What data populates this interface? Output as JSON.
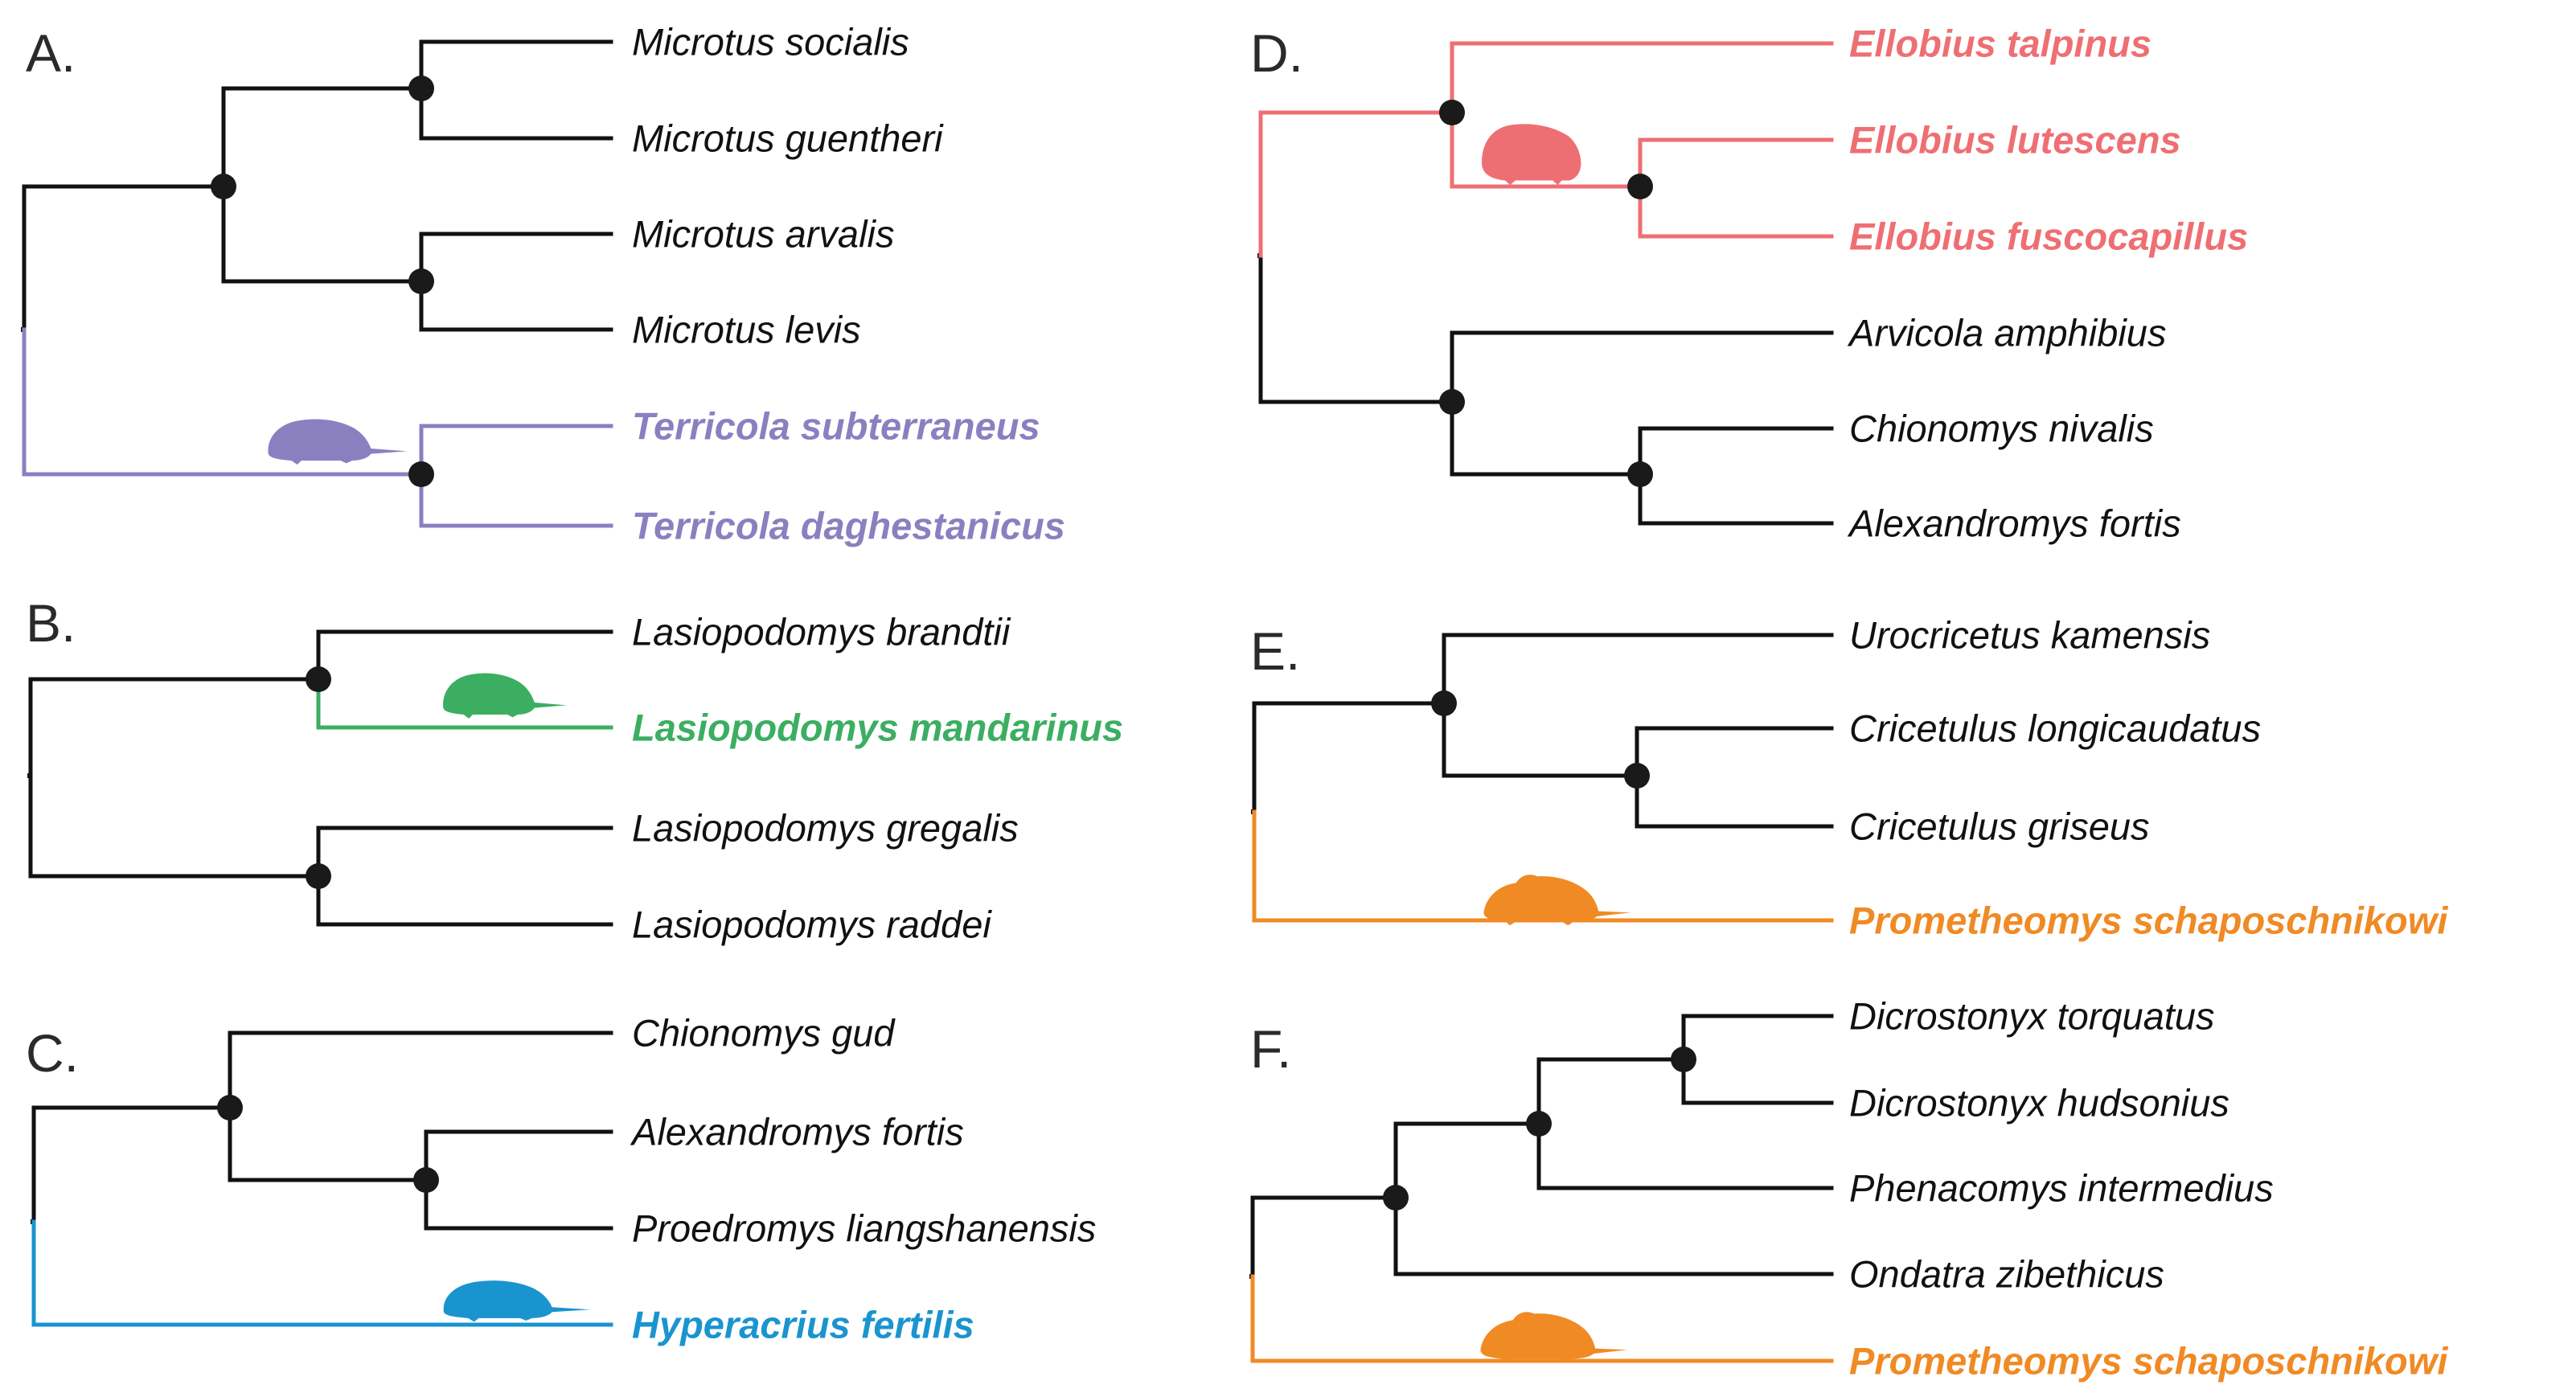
{
  "colors": {
    "branch": "#111111",
    "node": "#1a1a1a",
    "A": "#8a80c0",
    "B": "#3cae62",
    "C": "#1a94cf",
    "D": "#ee6f73",
    "E": "#f08a24",
    "F": "#f08a24"
  },
  "panels": [
    {
      "id": "A",
      "label": "A.",
      "highlight_color": "#8a80c0",
      "silhouette_icon": "vole-icon",
      "tips": [
        {
          "name": "Microtus socialis",
          "highlight": false
        },
        {
          "name": "Microtus guentheri",
          "highlight": false
        },
        {
          "name": "Microtus arvalis",
          "highlight": false
        },
        {
          "name": "Microtus levis",
          "highlight": false
        },
        {
          "name": "Terricola subterraneus",
          "highlight": true
        },
        {
          "name": "Terricola daghestanicus",
          "highlight": true
        }
      ],
      "tree": "((Microtus socialis, Microtus guentheri), (Microtus arvalis, Microtus levis)), (Terricola subterraneus, Terricola daghestanicus)"
    },
    {
      "id": "B",
      "label": "B.",
      "highlight_color": "#3cae62",
      "silhouette_icon": "vole-icon",
      "tips": [
        {
          "name": "Lasiopodomys brandtii",
          "highlight": false
        },
        {
          "name": "Lasiopodomys mandarinus",
          "highlight": true
        },
        {
          "name": "Lasiopodomys gregalis",
          "highlight": false
        },
        {
          "name": "Lasiopodomys raddei",
          "highlight": false
        }
      ],
      "tree": "(Lasiopodomys brandtii, Lasiopodomys mandarinus), (Lasiopodomys gregalis, Lasiopodomys raddei)"
    },
    {
      "id": "C",
      "label": "C.",
      "highlight_color": "#1a94cf",
      "silhouette_icon": "vole-icon",
      "tips": [
        {
          "name": "Chionomys gud",
          "highlight": false
        },
        {
          "name": "Alexandromys fortis",
          "highlight": false
        },
        {
          "name": "Proedromys liangshanensis",
          "highlight": false
        },
        {
          "name": "Hyperacrius fertilis",
          "highlight": true
        }
      ],
      "tree": "(Chionomys gud, (Alexandromys fortis, Proedromys liangshanensis)), Hyperacrius fertilis"
    },
    {
      "id": "D",
      "label": "D.",
      "highlight_color": "#ee6f73",
      "silhouette_icon": "mole-vole-icon",
      "tips": [
        {
          "name": "Ellobius talpinus",
          "highlight": true
        },
        {
          "name": "Ellobius lutescens",
          "highlight": true
        },
        {
          "name": "Ellobius fuscocapillus",
          "highlight": true
        },
        {
          "name": "Arvicola amphibius",
          "highlight": false
        },
        {
          "name": "Chionomys nivalis",
          "highlight": false
        },
        {
          "name": "Alexandromys fortis",
          "highlight": false
        }
      ],
      "tree": "(Ellobius talpinus, (Ellobius lutescens, Ellobius fuscocapillus)), (Arvicola amphibius, (Chionomys nivalis, Alexandromys fortis))"
    },
    {
      "id": "E",
      "label": "E.",
      "highlight_color": "#f08a24",
      "silhouette_icon": "hamster-icon",
      "tips": [
        {
          "name": "Urocricetus kamensis",
          "highlight": false
        },
        {
          "name": "Cricetulus longicaudatus",
          "highlight": false
        },
        {
          "name": "Cricetulus griseus",
          "highlight": false
        },
        {
          "name": "Prometheomys schaposchnikowi",
          "highlight": true
        }
      ],
      "tree": "(Urocricetus kamensis, (Cricetulus longicaudatus, Cricetulus griseus)), Prometheomys schaposchnikowi"
    },
    {
      "id": "F",
      "label": "F.",
      "highlight_color": "#f08a24",
      "silhouette_icon": "hamster-icon",
      "tips": [
        {
          "name": "Dicrostonyx torquatus",
          "highlight": false
        },
        {
          "name": "Dicrostonyx hudsonius",
          "highlight": false
        },
        {
          "name": "Phenacomys intermedius",
          "highlight": false
        },
        {
          "name": "Ondatra zibethicus",
          "highlight": false
        },
        {
          "name": "Prometheomys schaposchnikowi",
          "highlight": true
        }
      ],
      "tree": "(((Dicrostonyx torquatus, Dicrostonyx hudsonius), Phenacomys intermedius), Ondatra zibethicus), Prometheomys schaposchnikowi"
    }
  ]
}
